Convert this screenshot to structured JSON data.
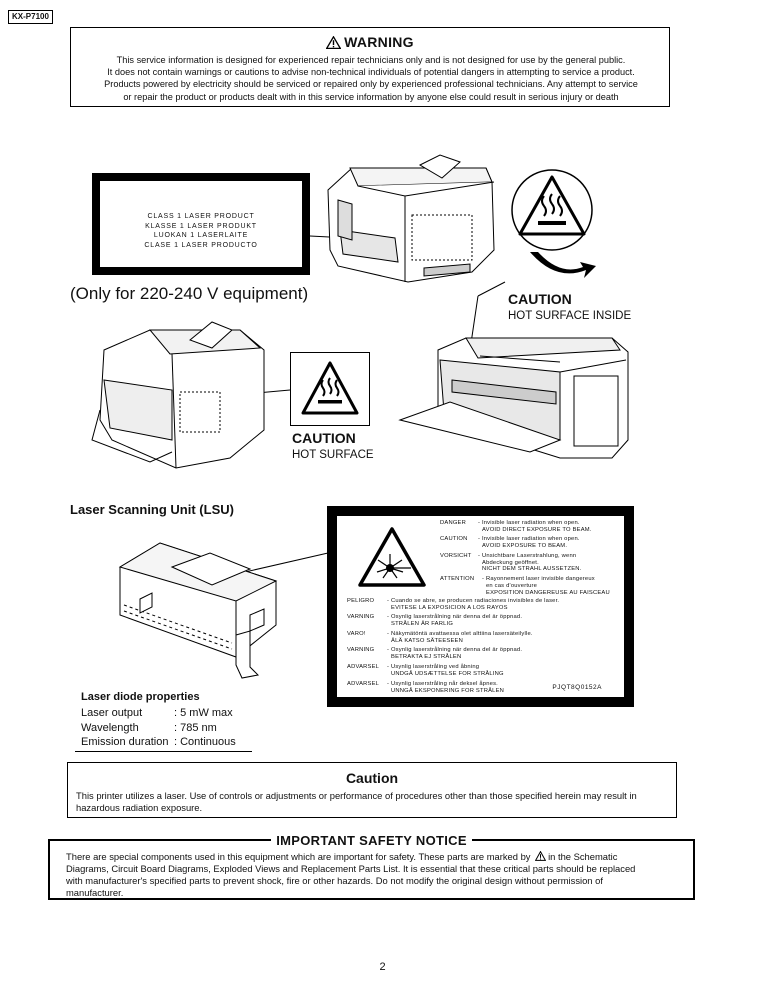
{
  "model": "KX-P7100",
  "warning": {
    "title": "WARNING",
    "lines": [
      "This service information is designed for experienced repair technicians only and is not designed for use by the general public.",
      "It does not contain warnings or cautions to advise non-technical individuals of potential dangers in attempting to service a product.",
      "Products powered by electricity should be serviced or repaired only by experienced professional technicians. Any attempt to service",
      "or repair the product or products dealt with in this service information by anyone else could result in serious injury or death"
    ]
  },
  "class_label": {
    "lines": [
      "CLASS 1 LASER PRODUCT",
      "KLASSE 1 LASER PRODUKT",
      "LUOKAN 1 LASERLAITE",
      "CLASE 1 LASER PRODUCTO"
    ]
  },
  "only_for": "(Only for 220-240 V equipment)",
  "caution_hot_inside": {
    "title": "CAUTION",
    "subtitle": "HOT SURFACE INSIDE"
  },
  "caution_hot": {
    "title": "CAUTION",
    "subtitle": "HOT SURFACE"
  },
  "lsu_title": "Laser Scanning Unit (LSU)",
  "laser_label": {
    "right_rows": [
      {
        "key": "DANGER",
        "text": "- Invisible laser radiation when open."
      },
      {
        "key": "",
        "text": "AVOID DIRECT EXPOSURE TO BEAM."
      },
      {
        "key": "CAUTION",
        "text": "- Invisible laser radiation when open."
      },
      {
        "key": "",
        "text": "AVOID EXPOSURE TO BEAM."
      },
      {
        "key": "VORSICHT",
        "text": "- Unsichtbare Laserstrahlung, wenn"
      },
      {
        "key": "",
        "text": "Abdeckung geöffnet."
      },
      {
        "key": "",
        "text": "NICHT DEM STRAHL AUSSETZEN."
      },
      {
        "key": "ATTENTION",
        "text": "- Rayonnement laser invisible dangereux"
      },
      {
        "key": "",
        "text": "en cas d'ouverture"
      },
      {
        "key": "",
        "text": "EXPOSITION DANGEREUSE AU FAISCEAU"
      }
    ],
    "full_rows": [
      {
        "key": "PELIGRO",
        "text": "- Cuando se abre, se producen radiaciones invisibles de laser."
      },
      {
        "key": "",
        "text": "EVITESE LA EXPOSICION A LOS RAYOS"
      },
      {
        "key": "VARNING",
        "text": "- Osynlig laserstrålning när denna del är öppnad."
      },
      {
        "key": "",
        "text": "STRÅLEN ÄR FARLIG"
      },
      {
        "key": "VARO!",
        "text": "- Näkymätöntä avattaessa olet alttiina lasersäteilylle."
      },
      {
        "key": "",
        "text": "ÄLÄ KATSO SÄTEESEEN"
      },
      {
        "key": "VARNING",
        "text": "- Osynlig laserstrålning när denna del är öppnad."
      },
      {
        "key": "",
        "text": "BETRAKTA EJ STRÅLEN"
      },
      {
        "key": "ADVARSEL",
        "text": "- Usynlig laserstråling ved åbning"
      },
      {
        "key": "",
        "text": "UNDGÅ UDSÆTTELSE FOR STRÅLING"
      },
      {
        "key": "ADVARSEL",
        "text": "- Usynlig laserstråling når deksel åpnes."
      },
      {
        "key": "",
        "text": "UNNGÅ EKSPONERING FOR STRÅLEN"
      }
    ],
    "code": "PJQT8Q0152A"
  },
  "diode": {
    "title": "Laser diode properties",
    "rows": [
      {
        "key": "Laser output",
        "val": ": 5 mW max"
      },
      {
        "key": "Wavelength",
        "val": ": 785 nm"
      },
      {
        "key": "Emission duration",
        "val": ": Continuous"
      }
    ]
  },
  "caution_box": {
    "title": "Caution",
    "text": "This printer utilizes a laser. Use of controls or adjustments or performance of procedures other than those specified herein may result in hazardous radiation exposure."
  },
  "safety": {
    "title": "IMPORTANT SAFETY NOTICE",
    "line1a": "There are special components used in this equipment which are important for safety. These parts are marked by",
    "line1b": "in the Schematic",
    "line2": "Diagrams, Circuit Board Diagrams, Exploded Views and Replacement Parts List. It is essential that these critical parts should be replaced",
    "line3": "with manufacturer's specified parts to prevent shock, fire or other hazards. Do not modify the original design without permission of",
    "line4": "manufacturer."
  },
  "page_number": "2"
}
